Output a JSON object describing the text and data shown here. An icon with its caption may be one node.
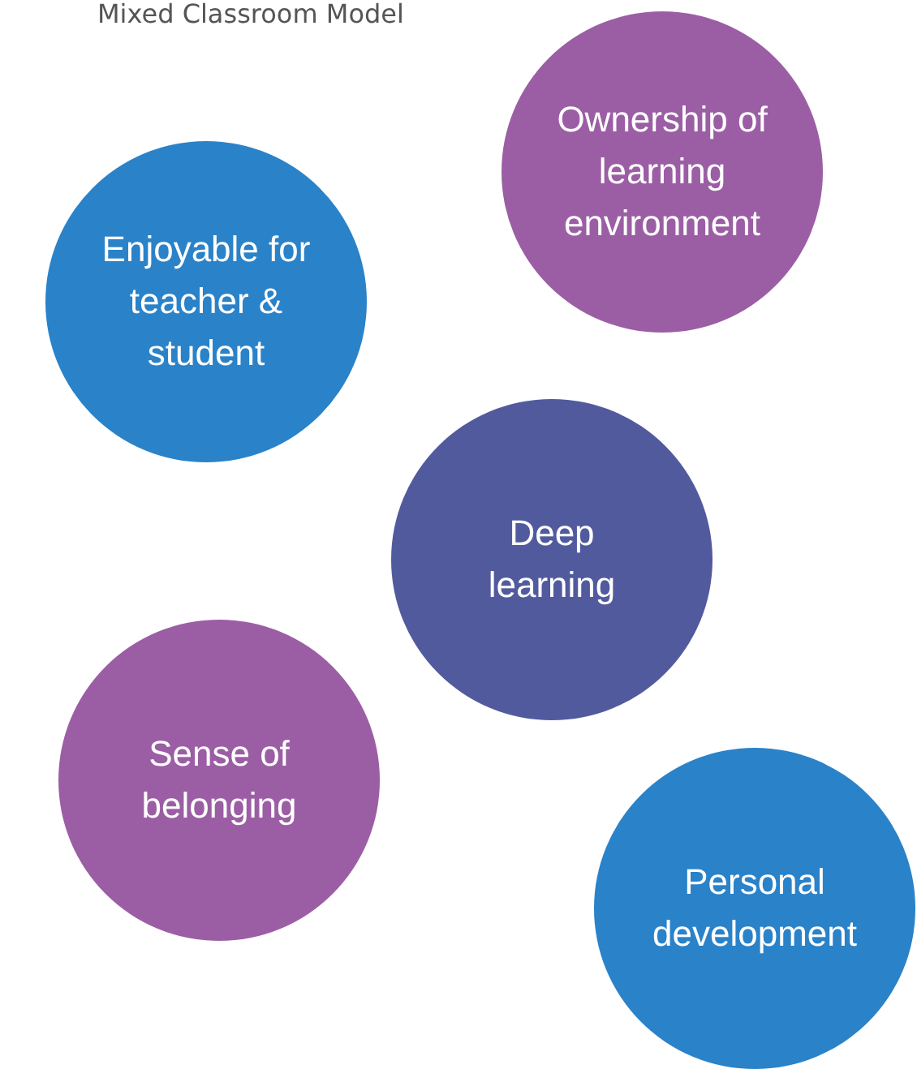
{
  "diagram": {
    "title": "Mixed Classroom Model",
    "nodes": [
      {
        "text": [
          "Ownership of learning environment"
        ]
      },
      {
        "text": [
          "Enjoyable for teacher & student"
        ]
      },
      {
        "text": [
          "Deep learning"
        ]
      },
      {
        "text": [
          "Sense of belonging"
        ]
      },
      {
        "text": [
          "Personal development"
        ]
      }
    ]
  }
}
